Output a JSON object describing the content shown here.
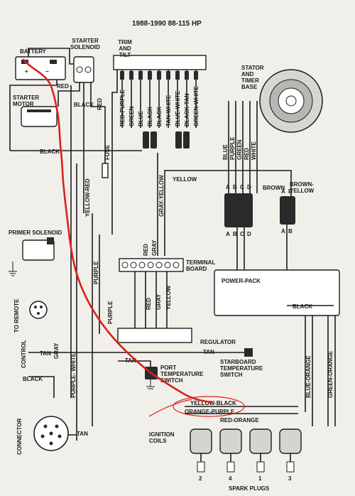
{
  "header": {
    "title": "1988-1990 88-115 HP"
  },
  "components": {
    "battery": "BATTERY",
    "starter_solenoid": "STARTER SOLENOID",
    "trim_tilt": "TRIM AND TILT",
    "stator": "STATOR AND TIMER BASE",
    "starter_motor": "STARTER MOTOR",
    "primer_solenoid": "PRIMER SOLENOID",
    "remote_control": "TO REMOTE CONTROL",
    "terminal_board": "TERMINAL BOARD",
    "power_pack": "POWER-PACK",
    "regulator": "REGULATOR",
    "starboard_sensor": "STARBOARD TEMPERATURE SWITCH",
    "port_sensor": "PORT TEMPERATURE SWITCH",
    "connector": "CONNECTOR",
    "ignition_coils": "IGNITION COILS",
    "spark_plugs": "SPARK PLUGS",
    "fuse": "FUSE"
  },
  "wires": {
    "red": "RED",
    "black": "BLACK",
    "yellow_red": "YELLOW-RED",
    "purple": "PURPLE",
    "tan": "TAN",
    "gray": "GRAY",
    "purple_white": "PURPLE- WHITE",
    "yellow_black": "YELLOW-BLACK",
    "orange_purple": "ORANGE-PURPLE",
    "red_orange": "RED-ORANGE",
    "yellow": "YELLOW",
    "gray_yellow": "GRAY-YELLOW",
    "blue_orange": "BLUE-ORANGE",
    "green_orange": "GREEN-ORANGE",
    "brown": "BROWN",
    "brown_yellow": "BROWN- YELLOW",
    "trim_colors": [
      "RED-PURPLE",
      "GREEN",
      "BLUE",
      "BLACK",
      "BLACK",
      "TAN-WHITE",
      "BLUE-WHITE",
      "BLACK-TAN",
      "GREEN-WHITE"
    ],
    "stator_colors": [
      "BLUE",
      "PURPLE",
      "GREEN",
      "RED",
      "WHITE"
    ],
    "tb_colors": [
      "RED",
      "GRAY"
    ],
    "tb_lower": [
      "RED",
      "GRAY",
      "YELLOW"
    ]
  },
  "pin_labels": {
    "top": [
      "A",
      "B",
      "C",
      "D"
    ],
    "bottom": [
      "A",
      "B",
      "C",
      "D"
    ],
    "brown_top": [
      "A",
      "B"
    ],
    "brown_bottom": [
      "A",
      "B"
    ]
  },
  "battery_signs": [
    "+",
    "−"
  ],
  "plug_numbers": [
    "2",
    "4",
    "1",
    "3"
  ],
  "colors": {
    "annotation": "#d8211b",
    "ink": "#1c1c1c",
    "paper": "#f1efea"
  }
}
